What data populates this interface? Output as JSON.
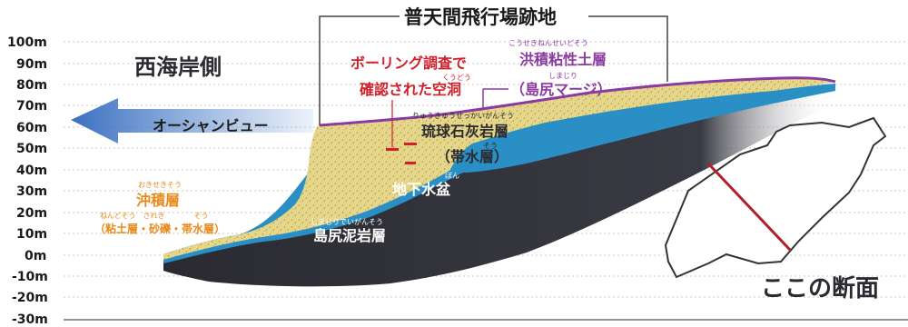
{
  "title": "普天間飛行場跡地",
  "y_axis_ticks": [
    "100m",
    "90m",
    "80m",
    "70m",
    "60m",
    "50m",
    "40m",
    "30m",
    "20m",
    "10m",
    "0m",
    "-10m",
    "-20m",
    "-30m"
  ],
  "west_label": "西海岸側",
  "view_label": "オーシャンビュー",
  "cave": {
    "line1": "ボーリング調査で",
    "line2": "確認された空洞",
    "ruby": "くうどう"
  },
  "clay": {
    "ruby": "こうせきねんせいどそう",
    "name": "洪積粘性土層",
    "ruby2": "しまじり",
    "name2": "（島尻マージ）"
  },
  "limestone": {
    "ruby": "りゅうきゅうせっかいがんそう",
    "name": "琉球石灰岩層",
    "ruby2": "そう",
    "name2": "（帯水層）"
  },
  "basin": {
    "ruby": "ぼん",
    "name": "地下水盆"
  },
  "mudstone": {
    "ruby": "しまじりでいがんそう",
    "name": "島尻泥岩層"
  },
  "alluvium": {
    "ruby": "おきせきそう",
    "name": "沖積層",
    "ruby2": "ねんどそう　されき　　　　そう",
    "name2": "（粘土層・砂礫・帯水層）"
  },
  "section_label": "ここの断面",
  "colors": {
    "sand": "#e6d68a",
    "blue": "#2a8fc4",
    "mud": "#2f2f34",
    "purple": "#8a3aa0",
    "orange": "#e88a1a",
    "red": "#d0202a",
    "arrow": "#4a7fc8"
  }
}
